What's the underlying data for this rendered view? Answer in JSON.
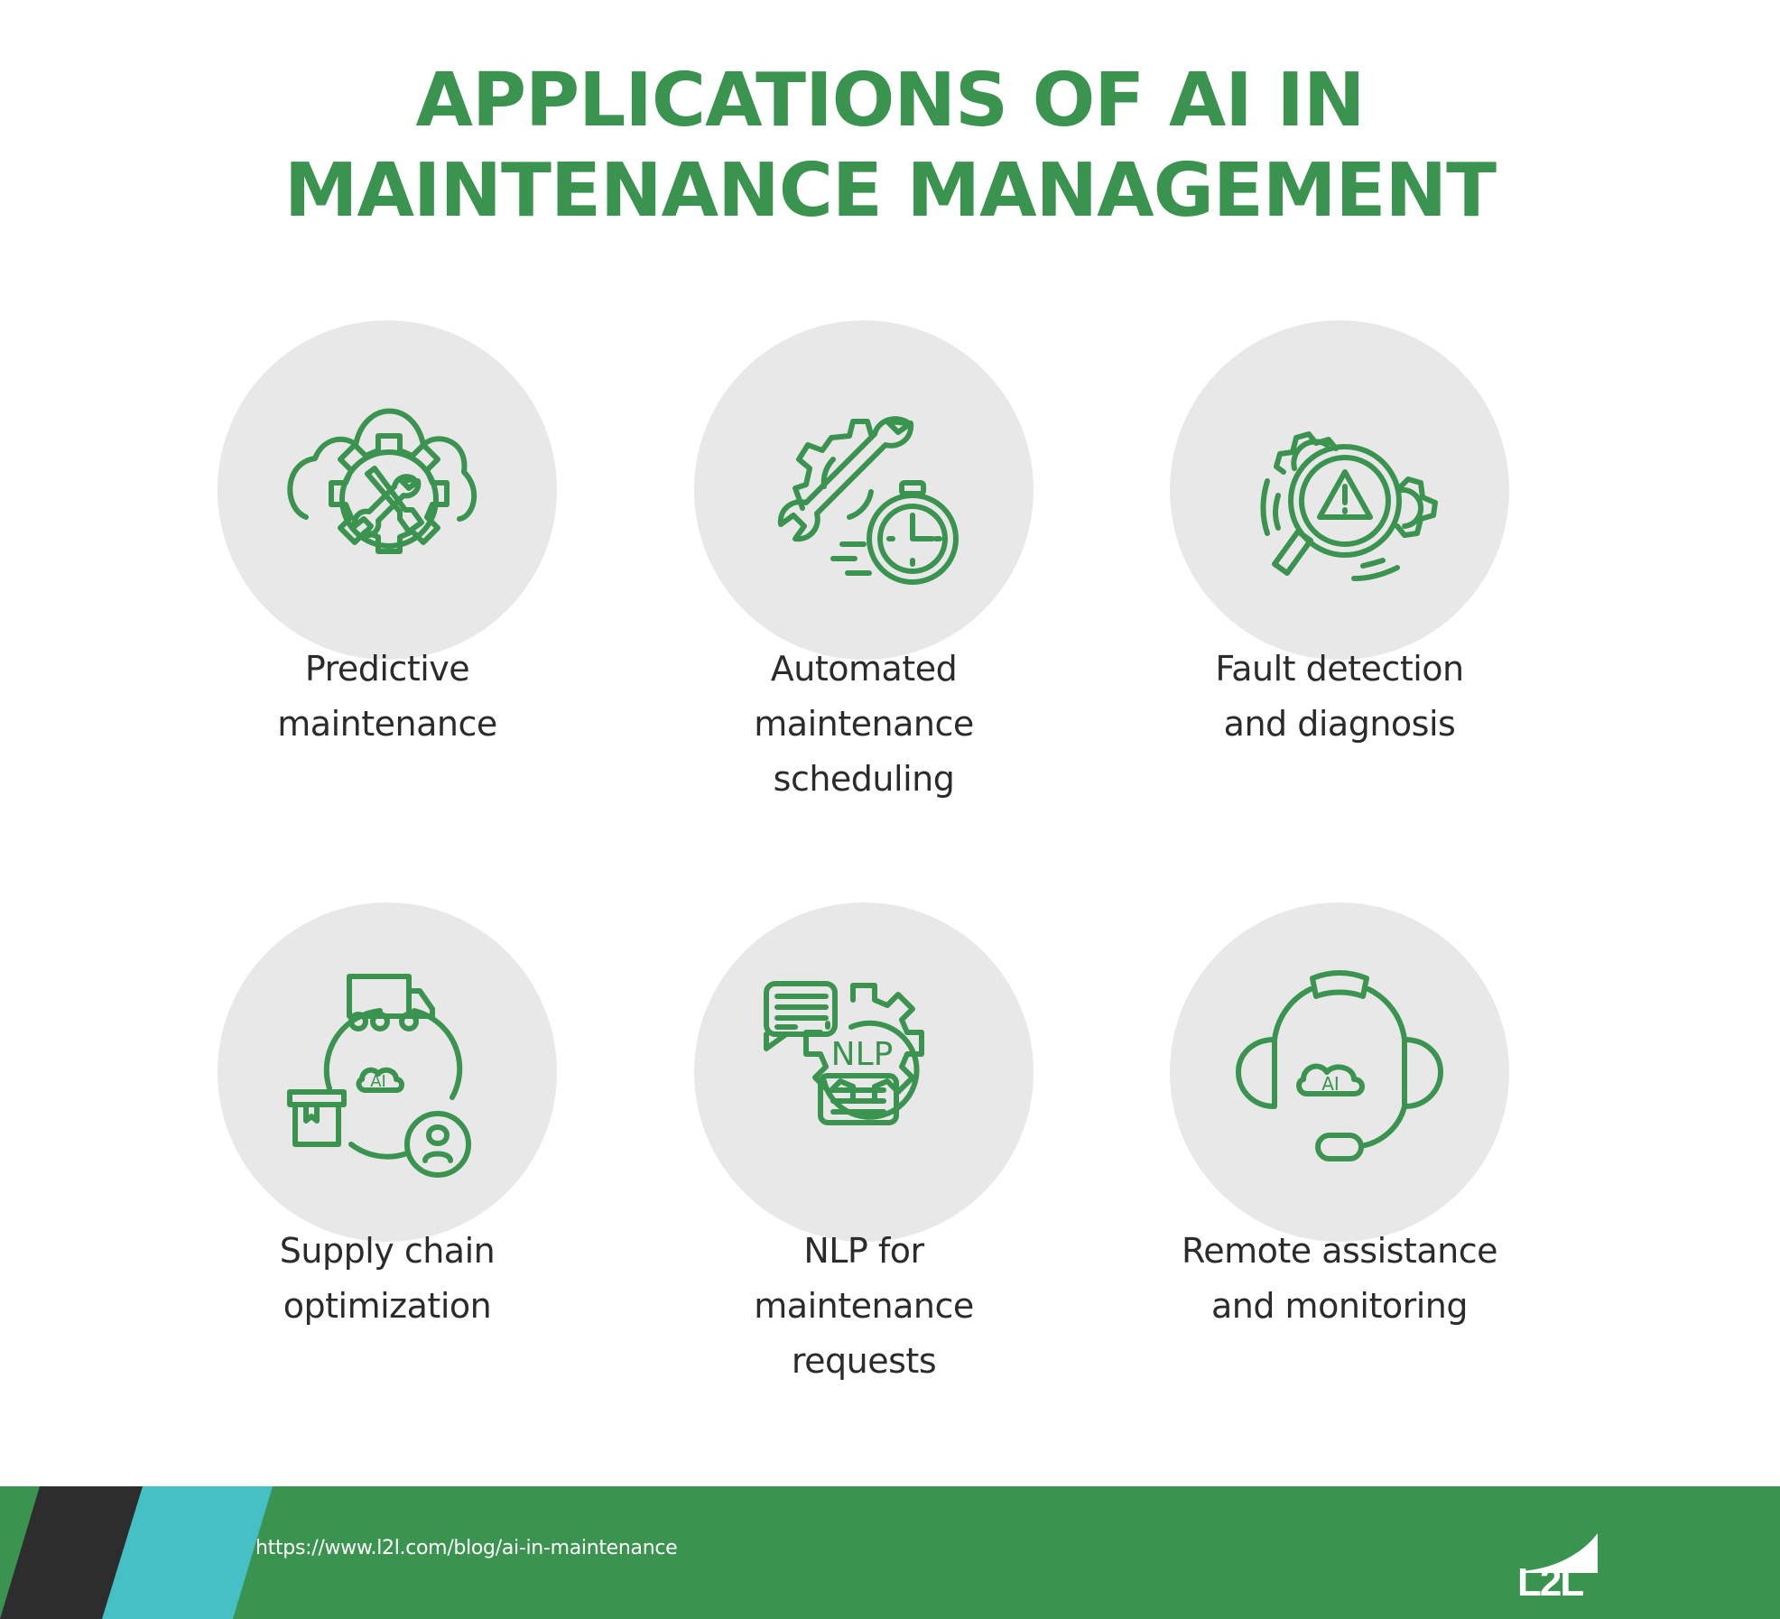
{
  "header": {
    "title_line1": "APPLICATIONS OF AI IN",
    "title_line2": "MAINTENANCE MANAGEMENT"
  },
  "colors": {
    "brand_green": "#3a944f",
    "circle_bg": "#e8e8e8",
    "text_dark": "#2b2b2b",
    "footer_dark": "#2d2d2d",
    "footer_teal": "#45c0c5"
  },
  "applications": [
    {
      "icon": "cloud-gear-tools-icon",
      "lines": [
        "Predictive",
        "maintenance"
      ]
    },
    {
      "icon": "wrench-gear-stopwatch-icon",
      "lines": [
        "Automated",
        "maintenance",
        "scheduling"
      ]
    },
    {
      "icon": "magnifier-warning-gears-icon",
      "lines": [
        "Fault detection",
        "and diagnosis"
      ]
    },
    {
      "icon": "supply-chain-ai-icon",
      "lines": [
        "Supply chain",
        "optimization"
      ],
      "icon_text": "AI"
    },
    {
      "icon": "nlp-gear-chat-icon",
      "lines": [
        "NLP for",
        "maintenance",
        "requests"
      ],
      "icon_text": "NLP"
    },
    {
      "icon": "ai-headset-icon",
      "lines": [
        "Remote assistance",
        "and monitoring"
      ],
      "icon_text": "AI"
    }
  ],
  "footer": {
    "url": "https://www.l2l.com/blog/ai-in-maintenance",
    "logo_text": "L2L"
  }
}
